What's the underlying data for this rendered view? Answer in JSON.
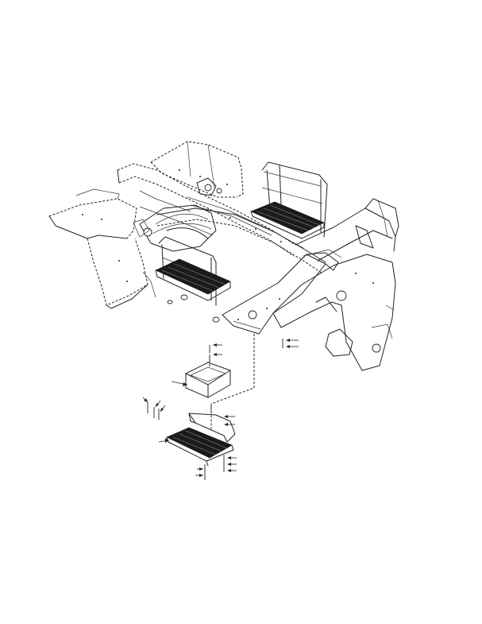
{
  "figure": {
    "callouts": {
      "upper_bolts": 2,
      "right_frame_bolts": 2,
      "box_leader": 1,
      "left_bolts": 3,
      "bracket_bolts": 2,
      "step_leader": 1,
      "lower_right_bolts": 3,
      "lower_left_bolts": 2
    }
  }
}
